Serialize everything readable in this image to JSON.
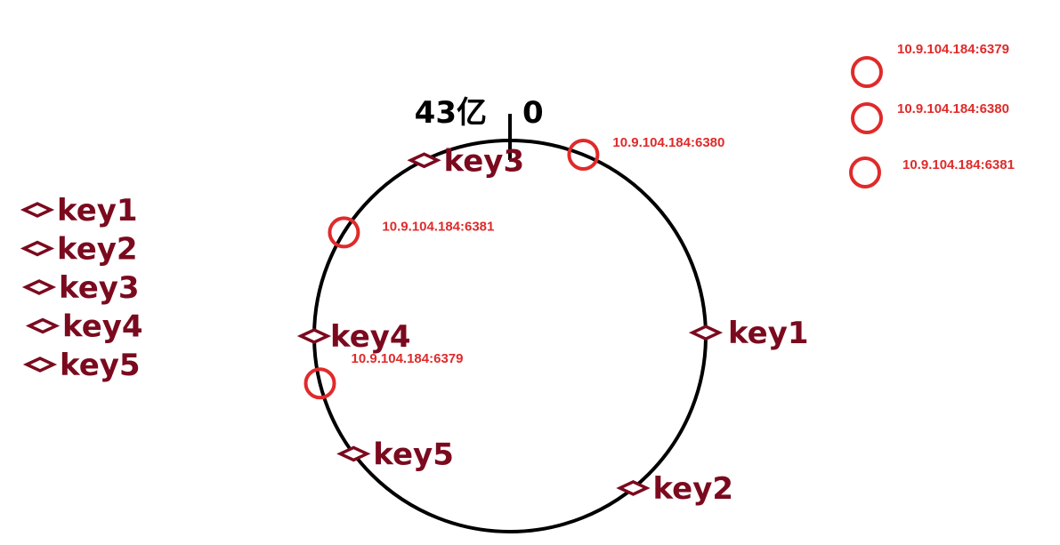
{
  "colors": {
    "key": "#7b0a1e",
    "node": "#e02a2a",
    "ring": "#000000",
    "background": "#ffffff"
  },
  "ring_labels": {
    "max": "43亿",
    "zero": "0"
  },
  "key_list": [
    "key1",
    "key2",
    "key3",
    "key4",
    "key5"
  ],
  "ring_keys": [
    {
      "label": "key3",
      "angle_deg": 334
    },
    {
      "label": "key1",
      "angle_deg": 89
    },
    {
      "label": "key4",
      "angle_deg": 270
    },
    {
      "label": "key5",
      "angle_deg": 233
    },
    {
      "label": "key2",
      "angle_deg": 141
    }
  ],
  "ring_nodes": [
    {
      "label": "10.9.104.184:6380",
      "angle_deg": 22
    },
    {
      "label": "10.9.104.184:6381",
      "angle_deg": 302
    },
    {
      "label": "10.9.104.184:6379",
      "angle_deg": 256
    }
  ],
  "node_legend": [
    "10.9.104.184:6379",
    "10.9.104.184:6380",
    "10.9.104.184:6381"
  ]
}
